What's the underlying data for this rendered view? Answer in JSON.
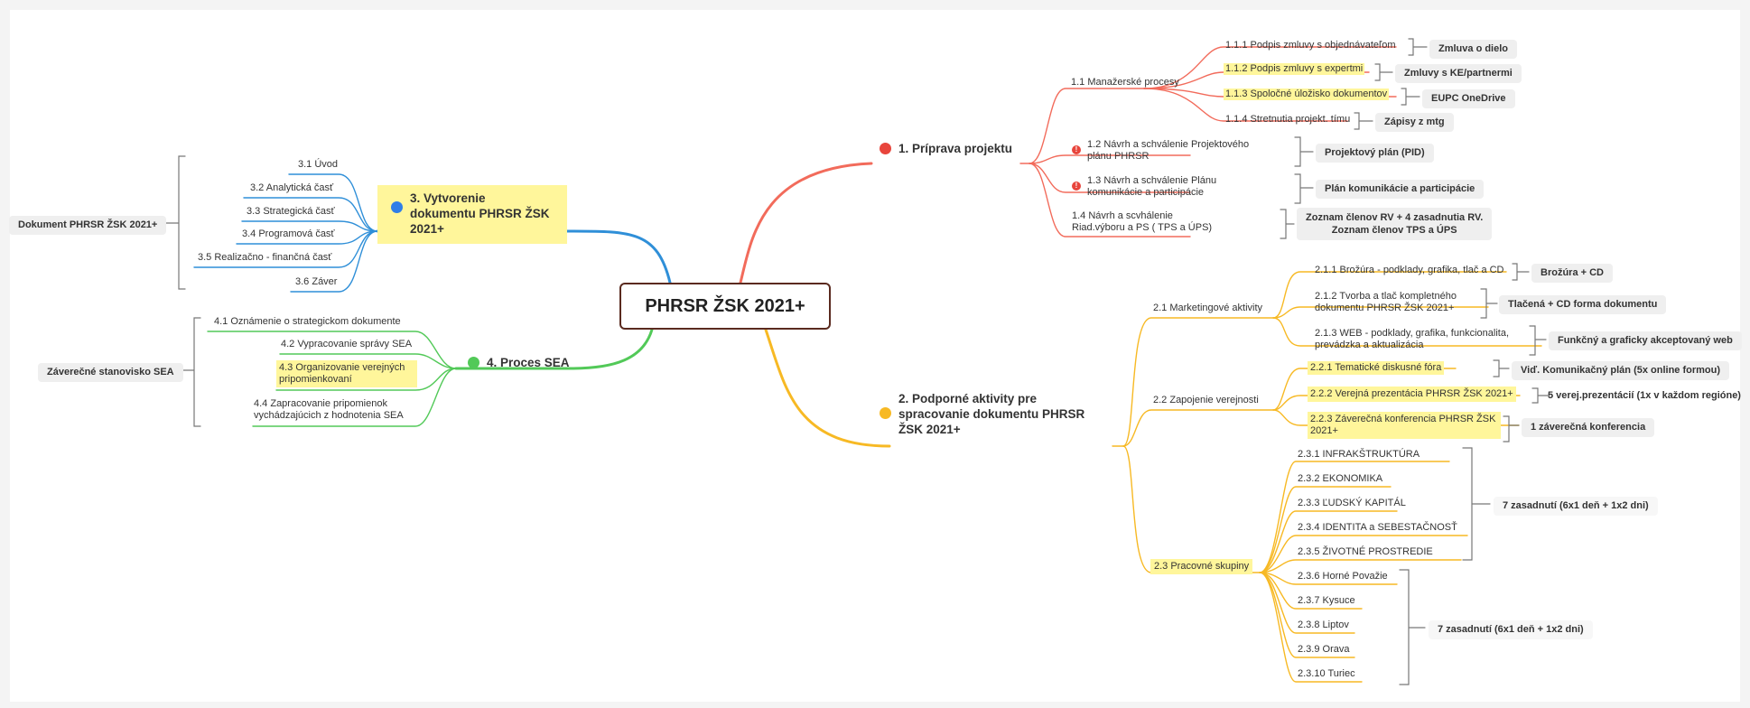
{
  "colors": {
    "red": "#f26b5b",
    "blue": "#2f8fd8",
    "yellow": "#f7b924",
    "green": "#52c958",
    "highlight": "#fff69b",
    "bracket": "#777777"
  },
  "root": "PHRSR ŽSK 2021+",
  "branch1": {
    "title": "1. Príprava projektu",
    "b11": "1.1 Manažerské procesy",
    "b111": "1.1.1 Podpis zmluvy s objednávateľom",
    "t111": "Zmluva o dielo",
    "b112": "1.1.2 Podpis zmluvy s expertmi",
    "t112": "Zmluvy s KE/partnermi",
    "b113": "1.1.3 Spoločné úložisko dokumentov",
    "t113": "EUPC OneDrive",
    "b114": "1.1.4 Stretnutia projekt. tímu",
    "t114": "Zápisy z mtg",
    "b12": "1.2 Návrh a schválenie Projektového plánu PHRSR",
    "t12": "Projektový plán (PID)",
    "b13": "1.3 Návrh a schválenie Plánu komunikácie a participácie",
    "t13": "Plán komunikácie a participácie",
    "b14": "1.4 Návrh a scvhálenie Riad.výboru a PS ( TPS a ÚPS)",
    "t14a": "Zoznam členov RV + 4 zasadnutia RV.",
    "t14b": "Zoznam členov TPS a ÚPS"
  },
  "branch2": {
    "title": "2. Podporné aktivity pre spracovanie dokumentu PHRSR ŽSK 2021+",
    "b21": "2.1 Marketingové aktivity",
    "b211": "2.1.1 Brožúra - podklady, grafika, tlač a CD",
    "t211": "Brožúra + CD",
    "b212": "2.1.2 Tvorba a tlač kompletného dokumentu PHRSR ŽSK 2021+",
    "t212": "Tlačená  + CD forma dokumentu",
    "b213": "2.1.3 WEB - podklady, grafika, funkcionalita, prevádzka a aktualizácia",
    "t213": "Funkčný a graficky akceptovaný web",
    "b22": "2.2 Zapojenie verejnosti",
    "b221": "2.2.1 Tematické diskusné fóra",
    "t221": "Viď. Komunikačný plán (5x online  formou)",
    "b222": "2.2.2 Verejná prezentácia PHRSR ŽSK 2021+",
    "t222": "5 verej.prezentácií (1x v každom regióne)",
    "b223": "2.2.3 Záverečná konferencia PHRSR ŽSK 2021+",
    "t223": "1 záverečná konferencia",
    "b23": "2.3 Pracovné skupiny",
    "b231": "2.3.1 INFRAKŠTRUKTÚRA",
    "b232": "2.3.2 EKONOMIKA",
    "b233": "2.3.3 ĽUDSKÝ KAPITÁL",
    "b234": "2.3.4 IDENTITA a SEBESTAČNOSŤ",
    "b235": "2.3.5 ŽIVOTNÉ PROSTREDIE",
    "tA": "7 zasadnutí (6x1 deň + 1x2 dni)",
    "b236": "2.3.6 Horné Považie",
    "b237": "2.3.7 Kysuce",
    "b238": "2.3.8 Liptov",
    "b239": "2.3.9 Orava",
    "b2310": "2.3.10 Turiec",
    "tB": "7 zasadnutí (6x1 deň + 1x2 dni)"
  },
  "branch3": {
    "title": "3. Vytvorenie dokumentu PHRSR ŽSK 2021+",
    "b31": "3.1 Úvod",
    "b32": "3.2 Analytická časť",
    "b33": "3.3 Strategická časť",
    "b34": "3.4 Programová časť",
    "b35": "3.5 Realizačno - finančná časť",
    "b36": "3.6 Záver",
    "summary": "Dokument PHRSR ŽSK 2021+"
  },
  "branch4": {
    "title": "4. Proces SEA",
    "b41": "4.1 Oznámenie o strategickom dokumente",
    "b42": "4.2 Vypracovanie správy SEA",
    "b43": "4.3 Organizovanie verejných pripomienkovaní",
    "b44": "4.4 Zapracovanie pripomienok vychádzajúcich z hodnotenia SEA",
    "summary": "Záverečné stanovisko SEA"
  }
}
